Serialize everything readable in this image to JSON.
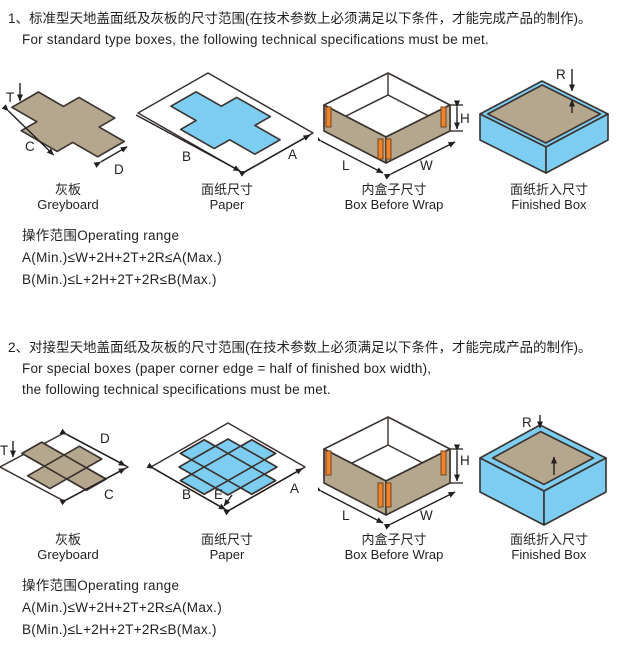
{
  "colors": {
    "greyboard_tan": "#b5a68e",
    "paper_blue": "#7dcdf2",
    "tape_orange": "#f08329",
    "diagram_line": "#3a322e",
    "text": "#231f20"
  },
  "sections": [
    {
      "heading_zh": "1、标准型天地盖面纸及灰板的尺寸范围(在技术参数上必须满足以下条件，才能完成产品的制作)。",
      "heading_en_lines": [
        "For standard type boxes, the following technical specifications must be met."
      ],
      "figures": [
        {
          "zh": "灰板",
          "en": "Greyboard"
        },
        {
          "zh": "面纸尺寸",
          "en": "Paper"
        },
        {
          "zh": "内盒子尺寸",
          "en": "Box Before Wrap"
        },
        {
          "zh": "面纸折入尺寸",
          "en": "Finished Box"
        }
      ],
      "dims": {
        "t": "T",
        "c": "C",
        "d": "D",
        "a": "A",
        "b": "B",
        "l": "L",
        "w": "W",
        "h": "H",
        "r": "R"
      },
      "operating": {
        "title": "操作范围Operating range",
        "formula_a": "A(Min.)≤W+2H+2T+2R≤A(Max.)",
        "formula_b": "B(Min.)≤L+2H+2T+2R≤B(Max.)"
      }
    },
    {
      "heading_zh": "2、对接型天地盖面纸及灰板的尺寸范围(在技术参数上必须满足以下条件，才能完成产品的制作)。",
      "heading_en_lines": [
        "For special boxes (paper corner edge = half of finished box width),",
        "the following technical specifications must be met."
      ],
      "figures": [
        {
          "zh": "灰板",
          "en": "Greyboard"
        },
        {
          "zh": "面纸尺寸",
          "en": "Paper"
        },
        {
          "zh": "内盒子尺寸",
          "en": "Box Before Wrap"
        },
        {
          "zh": "面纸折入尺寸",
          "en": "Finished Box"
        }
      ],
      "dims": {
        "t": "T",
        "c": "C",
        "d": "D",
        "a": "A",
        "b": "B",
        "e": "E",
        "l": "L",
        "w": "W",
        "h": "H",
        "r": "R"
      },
      "operating": {
        "title": "操作范围Operating range",
        "formula_a": "A(Min.)≤W+2H+2T+2R≤A(Max.)",
        "formula_b": "B(Min.)≤L+2H+2T+2R≤B(Max.)"
      }
    }
  ]
}
